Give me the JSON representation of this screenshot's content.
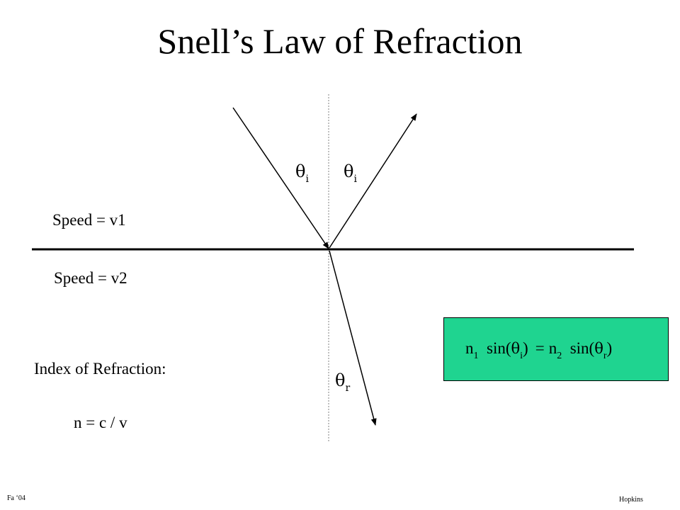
{
  "slide": {
    "title": "Snell’s Law of Refraction"
  },
  "labels": {
    "speed_top": "Speed = v1",
    "speed_bottom": "Speed = v2",
    "index_label": "Index of Refraction:",
    "index_formula": "n = c / v"
  },
  "angles": {
    "symbol": "θ",
    "incident_sub": "i",
    "reflected_sub": "i",
    "refracted_sub": "r"
  },
  "equation": {
    "n1": "n",
    "n1_sub": "1",
    "sin_open_left": "sin(",
    "theta_left": "θ",
    "theta_left_sub": "i",
    "close_left": ")",
    "equals": "=",
    "n2": "n",
    "n2_sub": "2",
    "sin_open_right": "sin(",
    "theta_right": "θ",
    "theta_right_sub": "r",
    "close_right": ")",
    "box_color": "#1fd490"
  },
  "footer": {
    "left": "Fa ‘04",
    "right": "Hopkins"
  }
}
